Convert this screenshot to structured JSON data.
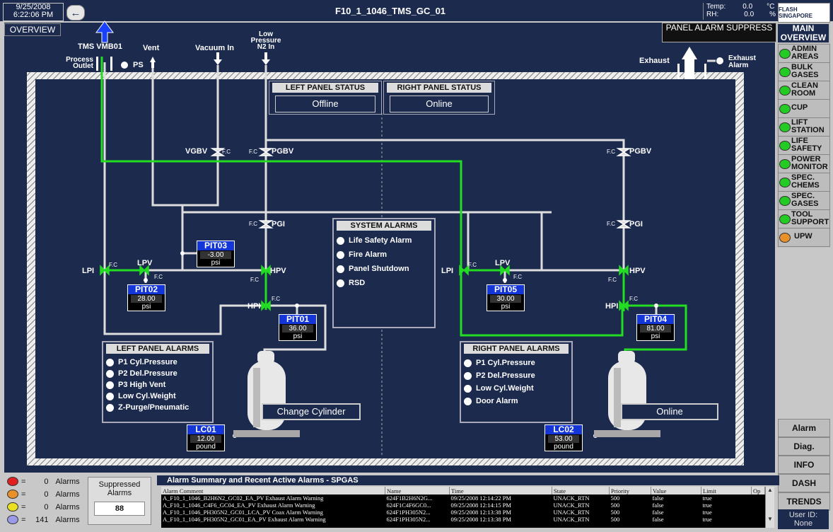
{
  "header": {
    "date": "9/25/2008",
    "time": "6:22:06 PM",
    "title": "F10_1_1046_TMS_GC_01",
    "temp_label": "Temp:",
    "temp_value": "0.0",
    "temp_unit": "°C",
    "rh_label": "RH:",
    "rh_value": "0.0",
    "rh_unit": "%",
    "logo_text": "FLASH SINGAPORE"
  },
  "overview_button": "OVERVIEW",
  "panel_alarm_suppress": "PANEL ALARM SUPPRESS",
  "diagram": {
    "tms": "TMS VMB01",
    "process_outlet": "Process Outlet",
    "ps": "PS",
    "vent": "Vent",
    "vacuum_in": "Vacuum In",
    "low_pressure": "Low Pressure N2 In",
    "exhaust": "Exhaust",
    "exhaust_alarm": "Exhaust Alarm",
    "vgbv": "VGBV",
    "pgbv_left": "PGBV",
    "pgbv_right": "PGBV",
    "pgi_left": "PGI",
    "pgi_right": "PGI",
    "lpi_left": "LPI",
    "lpv_left": "LPV",
    "hpv_left": "HPV",
    "hpi_left": "HPI",
    "lpi_right": "LPI",
    "lpv_right": "LPV",
    "hpv_right": "HPV",
    "hpi_right": "HPI",
    "fc": "F.C"
  },
  "left_panel_status": {
    "title": "LEFT PANEL STATUS",
    "value": "Offline"
  },
  "right_panel_status": {
    "title": "RIGHT PANEL STATUS",
    "value": "Online"
  },
  "system_alarms": {
    "title": "SYSTEM ALARMS",
    "items": [
      "Life Safety Alarm",
      "Fire Alarm",
      "Panel Shutdown",
      "RSD"
    ]
  },
  "left_panel_alarms": {
    "title": "LEFT PANEL ALARMS",
    "items": [
      "P1 Cyl.Pressure",
      "P2 Del.Pressure",
      "P3 High Vent",
      "Low Cyl.Weight",
      "Z-Purge/Pneumatic"
    ]
  },
  "right_panel_alarms": {
    "title": "RIGHT PANEL ALARMS",
    "items": [
      "P1 Cyl.Pressure",
      "P2 Del.Pressure",
      "Low Cyl.Weight",
      "Door Alarm"
    ]
  },
  "gauges": {
    "pit03": {
      "name": "PIT03",
      "value": "-3.00",
      "unit": "psi"
    },
    "pit02": {
      "name": "PIT02",
      "value": "28.00",
      "unit": "psi"
    },
    "pit01": {
      "name": "PIT01",
      "value": "36.00",
      "unit": "psi"
    },
    "pit05": {
      "name": "PIT05",
      "value": "30.00",
      "unit": "psi"
    },
    "pit04": {
      "name": "PIT04",
      "value": "81.00",
      "unit": "psi"
    },
    "lc01": {
      "name": "LC01",
      "value": "12.00",
      "unit": "pound"
    },
    "lc02": {
      "name": "LC02",
      "value": "53.00",
      "unit": "pound"
    }
  },
  "left_cylinder_button": "Change Cylinder",
  "right_cylinder_button": "Online",
  "nav": {
    "main_overview": "MAIN OVERVIEW",
    "items": [
      "ADMIN AREAS",
      "BULK GASES",
      "CLEAN ROOM",
      "CUP",
      "LIFT STATION",
      "LIFE SAFETY",
      "POWER MONITOR",
      "SPEC. CHEMS",
      "SPEC. GASES",
      "TOOL SUPPORT",
      "UPW"
    ],
    "bottom": [
      "Alarm",
      "Diag.",
      "INFO",
      "DASH",
      "TRENDS"
    ],
    "user_id_label": "User ID:",
    "user_id_value": "None"
  },
  "colors": {
    "ok": "#22cc22",
    "upw": "#e8902a",
    "panel": "#1c2a4e",
    "flow": "#22dd22",
    "pipe": "#dddddd"
  },
  "alarm_counts": [
    {
      "color": "#e02020",
      "eq": "=",
      "count": "0",
      "label": "Alarms"
    },
    {
      "color": "#e8902a",
      "eq": "=",
      "count": "0",
      "label": "Alarms"
    },
    {
      "color": "#e8e020",
      "eq": "=",
      "count": "0",
      "label": "Alarms"
    },
    {
      "color": "#9a9ae8",
      "eq": "=",
      "count": "141",
      "label": "Alarms"
    }
  ],
  "suppressed": {
    "label": "Suppressed Alarms",
    "value": "88"
  },
  "alarm_summary": {
    "title": "Alarm Summary and Recent Active Alarms - SPGAS",
    "columns": [
      "Alarm Comment",
      "Name",
      "Time",
      "State",
      "Priority",
      "Value",
      "Limit",
      "Op"
    ],
    "rows": [
      [
        "A_F10_1_1046_B2H6N2_GC02_EA_PV Exhaust Alarm Warning",
        "624F1B2H6N2G...",
        "09/25/2008 12:14:22 PM",
        "UNACK_RTN",
        "500",
        "false",
        "true"
      ],
      [
        "A_F10_1_1046_C4F6_GC04_EA_PV Exhaust Alarm Warning",
        "624F1C4F6GC0...",
        "09/25/2008 12:14:15 PM",
        "UNACK_RTN",
        "500",
        "false",
        "true"
      ],
      [
        "A_F10_1_1046_PH305N2_GC01_LCA_PV Coax Alarm Warning",
        "624F1PH305N2...",
        "09/25/2008 12:13:38 PM",
        "UNACK_RTN",
        "500",
        "false",
        "true"
      ],
      [
        "A_F10_1_1046_PH305N2_GC01_EA_PV Exhaust Alarm Warning",
        "624F1PH305N2...",
        "09/25/2008 12:13:38 PM",
        "UNACK_RTN",
        "500",
        "false",
        "true"
      ]
    ]
  }
}
